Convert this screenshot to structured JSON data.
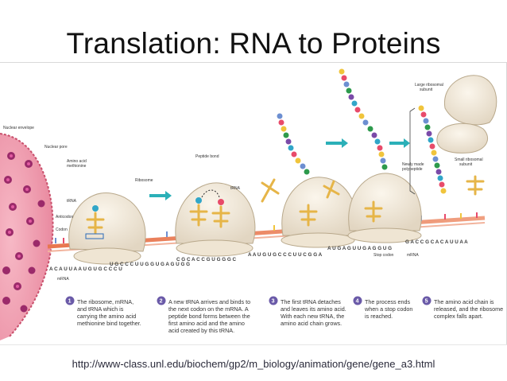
{
  "title": "Translation: RNA to Proteins",
  "source_url": "http://www-class.unl.edu/biochem/gp2/m_biology/animation/gene/gene_a3.html",
  "diagram": {
    "labels": {
      "nuclear_envelope": "Nuclear envelope",
      "nuclear_pore": "Nuclear pore",
      "amino_acid": "Amino acid",
      "methionine": "methionine",
      "trna": "tRNA",
      "anticodon": "Anticodon",
      "codon": "Codon",
      "mrna": "mRNA",
      "ribosome": "Ribosome",
      "peptide_bond": "Peptide bond",
      "trna_2": "tRNA",
      "large_subunit_1": "Large ribosomal",
      "large_subunit_2": "subunit",
      "small_subunit_1": "Small ribosomal",
      "small_subunit_2": "subunit",
      "newly_made_1": "Newly made",
      "newly_made_2": "polypeptide",
      "stop_codon": "Stop codon",
      "mrna_2": "mRNA"
    },
    "sequence": {
      "seg1": "A C A U U A A U G U G C C C U",
      "seg2": "U G C C C U U G G U G A G U G G",
      "seg3": "C G C A C C G U G G G C",
      "seg4": "A A U G U G C C C U U C G G A",
      "seg5": "A U G A G U U G A G G U G",
      "seg6": "G A C C G C A C A U U A A"
    },
    "steps": [
      {
        "num": "1",
        "lines": [
          "The ribosome, mRNA,",
          "and tRNA which is",
          "carrying the amino acid",
          "methionine bind together."
        ]
      },
      {
        "num": "2",
        "lines": [
          "A new tRNA arrives and binds to",
          "the next codon on the mRNA. A",
          "peptide bond forms between the",
          "first amino acid and the amino",
          "acid created by this tRNA."
        ]
      },
      {
        "num": "3",
        "lines": [
          "The first tRNA detaches",
          "and leaves its amino acid.",
          "With each new tRNA, the",
          "amino acid chain grows."
        ]
      },
      {
        "num": "4",
        "lines": [
          "The process ends",
          "when a stop codon",
          "is reached."
        ]
      },
      {
        "num": "5",
        "lines": [
          "The amino acid chain is",
          "released, and the ribosome",
          "complex falls apart."
        ]
      }
    ]
  }
}
